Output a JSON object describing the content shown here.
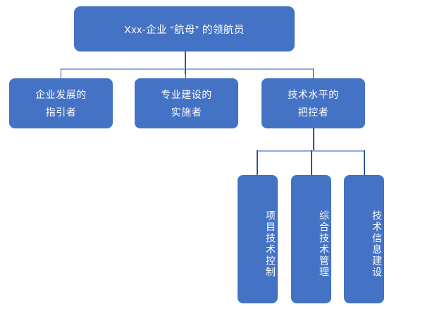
{
  "diagram": {
    "title_text": "Xxx-企业 “航母” 的领航员",
    "colors": {
      "node_fill": "#4472C4",
      "node_text": "#FFFFFF",
      "connector_horizontal": "#8FAADC",
      "connector_vertical": "#2F5597",
      "background": "#FFFFFF"
    },
    "root": {
      "label": "Xxx-企业 “航母” 的领航员"
    },
    "level2": [
      {
        "label": "企业发展的\n指引者",
        "line1": "企业发展的",
        "line2": "指引者"
      },
      {
        "label": "专业建设的\n实施者",
        "line1": "专业建设的",
        "line2": "实施者"
      },
      {
        "label": "技术水平的\n把控者",
        "line1": "技术水平的",
        "line2": "把控者"
      }
    ],
    "level3": [
      {
        "label": "项目技术控制"
      },
      {
        "label": "综合技术管理"
      },
      {
        "label": "技术信息建设"
      }
    ]
  }
}
